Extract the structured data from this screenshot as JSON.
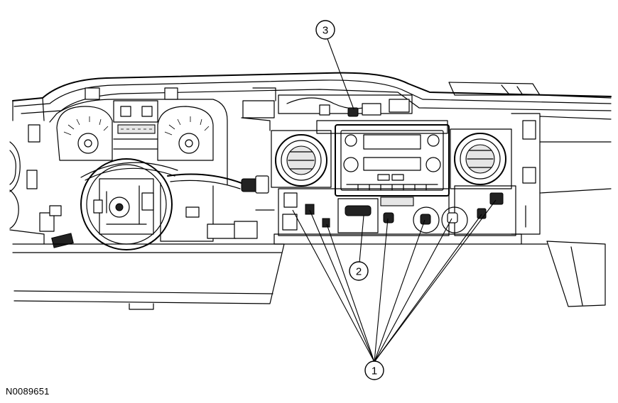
{
  "figure_code": "N0089651",
  "callouts": {
    "c1": "1",
    "c2": "2",
    "c3": "3"
  },
  "colors": {
    "line": "#000000",
    "background": "#ffffff",
    "panel_shade": "#e6e6e6"
  }
}
